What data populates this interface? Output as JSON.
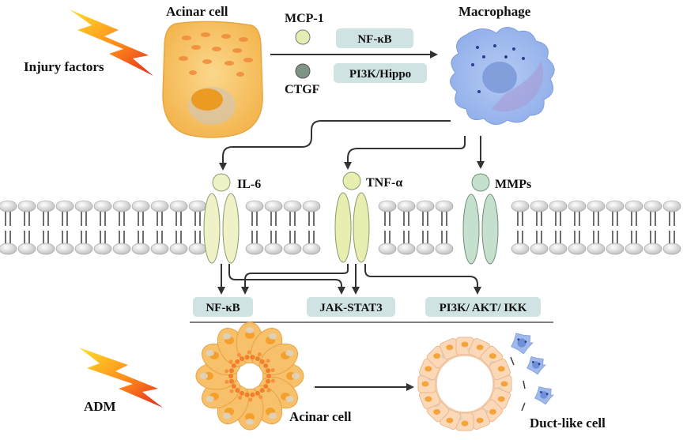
{
  "labels": {
    "injury_factors": "Injury factors",
    "acinar_cell_top": "Acinar cell",
    "macrophage": "Macrophage",
    "mcp1": "MCP-1",
    "ctgf": "CTGF",
    "il6": "IL-6",
    "tnfa": "TNF-α",
    "mmps": "MMPs",
    "adm": "ADM",
    "acinar_cell_bottom": "Acinar cell",
    "duct_like_cell": "Duct-like cell"
  },
  "pathways": {
    "nfkb_top": "NF-κB",
    "pi3k_hippo": "PI3K/Hippo",
    "nfkb_bottom": "NF-κB",
    "jak_stat3": "JAK-STAT3",
    "pi3k_akt_ikk": "PI3K/ AKT/ IKK"
  },
  "colors": {
    "pill_bg": "#cfe3e3",
    "il6_receptor": "#eef2c6",
    "tnfa_receptor": "#e8edb0",
    "mmps_receptor": "#c5e0cc",
    "macrophage": "#9db8ea",
    "acinar": "#f7c46a",
    "lightning_top": "#ffd21f",
    "lightning_bottom": "#e6301f"
  },
  "icons": {
    "lightning": "lightning-bolt-icon",
    "membrane": "lipid-bilayer",
    "receptor": "receptor-icon"
  }
}
